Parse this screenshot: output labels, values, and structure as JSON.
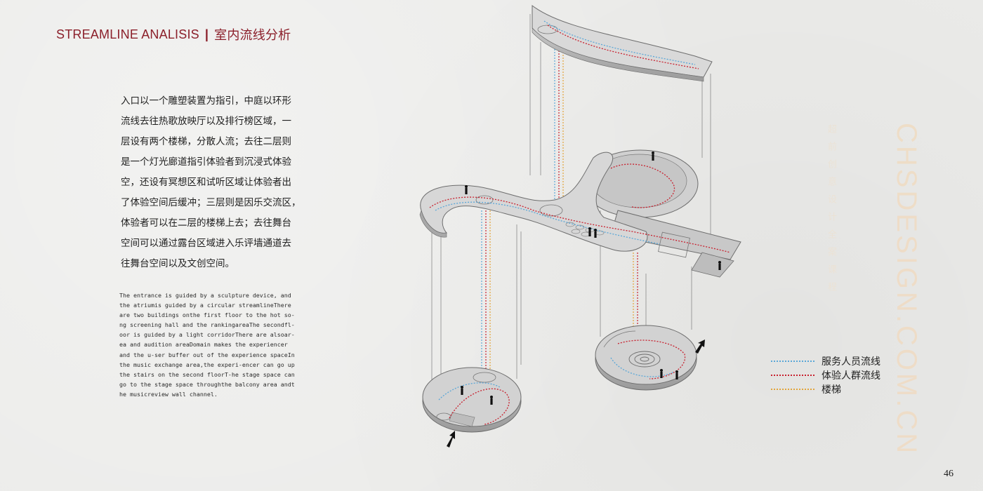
{
  "title": {
    "en": "STREAMLINE ANALISIS",
    "separator": "|",
    "cn": "室内流线分析"
  },
  "body_cn": [
    "入口以一个雕塑装置为指引，中庭以环形",
    "流线去往热歌放映厅以及排行榜区域，一",
    "层设有两个楼梯，分散人流；去往二层则",
    "是一个灯光廊道指引体验者到沉浸式体验",
    "空，还设有冥想区和试听区域让体验者出",
    "了体验空间后缓冲；三层则是因乐交流区，",
    "体验者可以在二层的楼梯上去；去往舞台",
    "空间可以通过露台区域进入乐评墙通道去",
    "往舞台空间以及文创空间。"
  ],
  "body_en": [
    "The entrance is guided by a sculpture device, and",
    "the atriumis guided by a circular streamlineThere",
    "are two buildings onthe first floor to the hot so-",
    "ng screening hall and the rankingareaThe secondfl-",
    "oor is guided by a light corridorThere are alsoar-",
    "ea and audition areaDomain makes the experiencer",
    "and the u-ser buffer out of the experience spaceIn",
    "the music exchange area,the experi-encer can go up",
    "the stairs on the second floorT-he stage space can",
    "go to the stage space throughthe balcony area andt-",
    "he musicreview wall channel."
  ],
  "legend": [
    {
      "label": "服务人员流线",
      "color": "#5aa7d8"
    },
    {
      "label": "体验人群流线",
      "color": "#c8202e"
    },
    {
      "label": "楼梯",
      "color": "#e2a43a"
    }
  ],
  "watermark": {
    "big": "CHSDESIGN.COM.CN",
    "small": "超前创意设计全案课程"
  },
  "page_number": "46"
}
